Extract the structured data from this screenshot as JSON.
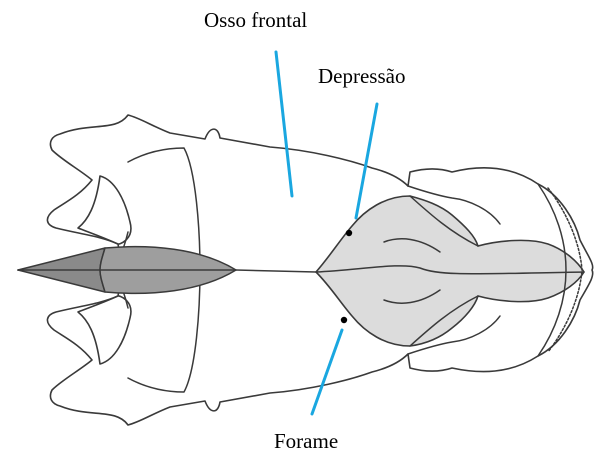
{
  "labels": {
    "frontal": "Osso frontal",
    "depressao": "Depressão",
    "forame": "Forame"
  },
  "colors": {
    "leader_line": "#1aa7e0",
    "outline": "#3a3a3a",
    "shade_light": "#dcdcdc",
    "shade_dark_left": "#8a8a8a",
    "shade_dark_right": "#9e9e9e",
    "point": "#000000"
  }
}
